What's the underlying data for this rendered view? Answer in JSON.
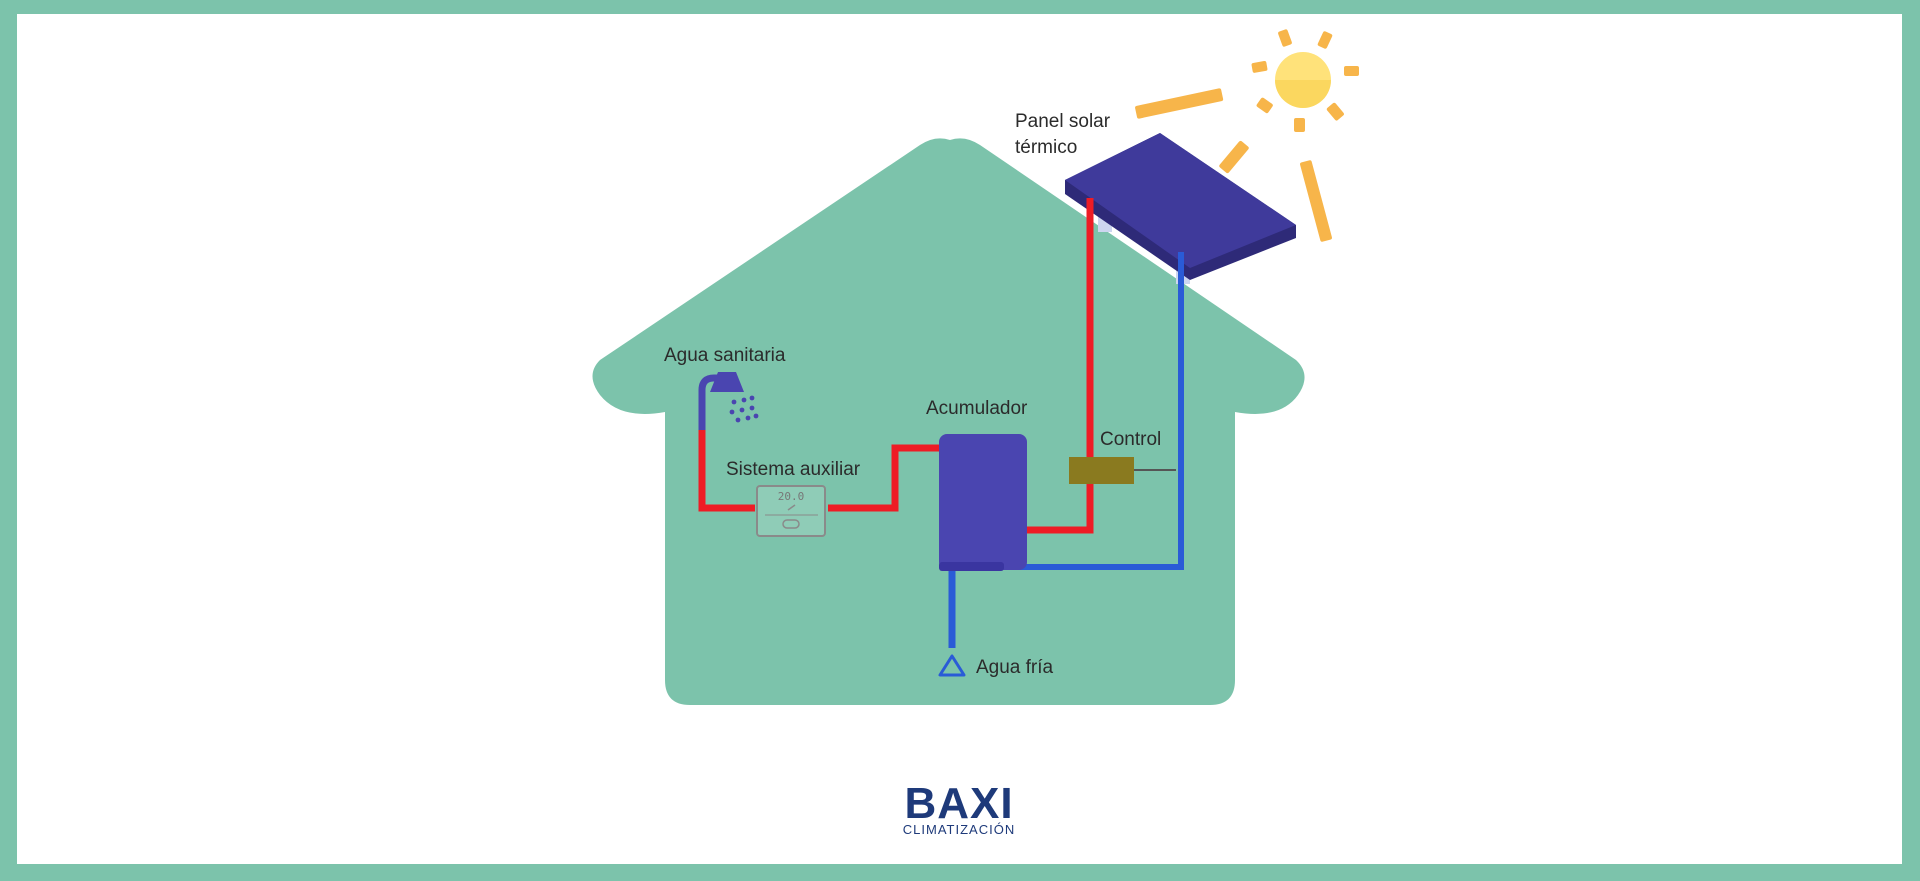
{
  "labels": {
    "panel_line1": "Panel solar",
    "panel_line2": "térmico",
    "agua_sanitaria": "Agua sanitaria",
    "sistema_auxiliar": "Sistema auxiliar",
    "acumulador": "Acumulador",
    "control": "Control",
    "agua_fria": "Agua fría"
  },
  "thermostat": {
    "display": "20.0"
  },
  "logo": {
    "name": "BAXI",
    "subtitle": "CLIMATIZACIÓN"
  },
  "colors": {
    "frame": "#7cc3ab",
    "house": "#7cc3ab",
    "hot_pipe": "#ee1c25",
    "cold_pipe": "#2a5bd7",
    "tank": "#4a45b0",
    "panel": "#3f3a9b",
    "control_box": "#8a7a1f",
    "sun": "#ffe27a",
    "sun_rays": "#f7b54a",
    "logo": "#1e3a7a"
  },
  "icons": [
    "sun-icon",
    "solar-panel-icon",
    "shower-icon",
    "thermostat-icon",
    "tank-icon",
    "control-box-icon",
    "cold-water-inlet-icon"
  ]
}
